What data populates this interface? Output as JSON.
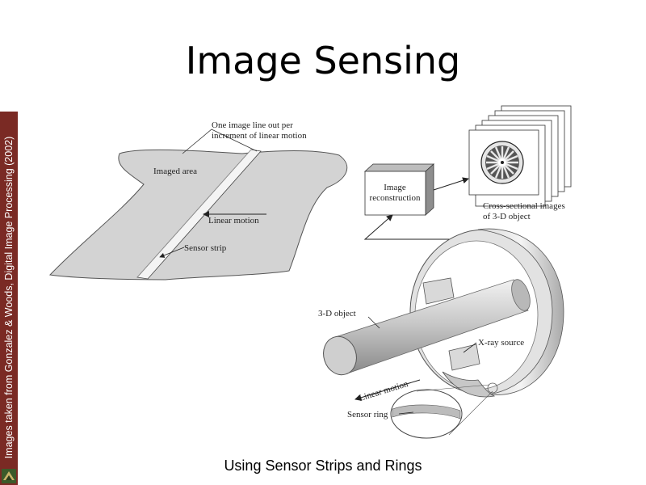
{
  "slide": {
    "title": "Image Sensing",
    "side_credit": "Images taken from Gonzalez & Woods, Digital Image Processing (2002)",
    "caption": "Using Sensor Strips and Rings"
  },
  "left_figure": {
    "label_line_out": [
      "One image line out per",
      "increment of linear motion"
    ],
    "label_imaged_area": "Imaged area",
    "label_linear_motion": "Linear motion",
    "label_sensor_strip": "Sensor strip"
  },
  "right_figure": {
    "label_reconstruction": [
      "Image",
      "reconstruction"
    ],
    "label_cross_sectional": [
      "Cross-sectional images",
      "of 3-D object"
    ],
    "label_3d_object": "3-D object",
    "label_xray_source": "X-ray source",
    "label_linear_motion": "Linear motion",
    "label_sensor_ring": "Sensor ring"
  },
  "colors": {
    "side_bar": "#7a2a24",
    "imaged_area_fill": "#d3d3d3"
  }
}
